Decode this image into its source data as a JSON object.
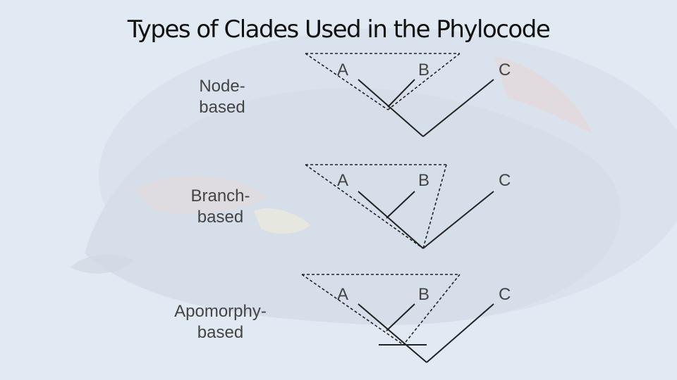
{
  "title": "Types of Clades Used in the Phylocode",
  "rows": [
    {
      "label_lines": [
        "Node-",
        "based"
      ],
      "taxa": [
        "A",
        "B",
        "C"
      ]
    },
    {
      "label_lines": [
        "Branch-",
        "based"
      ],
      "taxa": [
        "A",
        "B",
        "C"
      ]
    },
    {
      "label_lines": [
        "Apomorphy-",
        "based"
      ],
      "taxa": [
        "A",
        "B",
        "C"
      ]
    }
  ]
}
